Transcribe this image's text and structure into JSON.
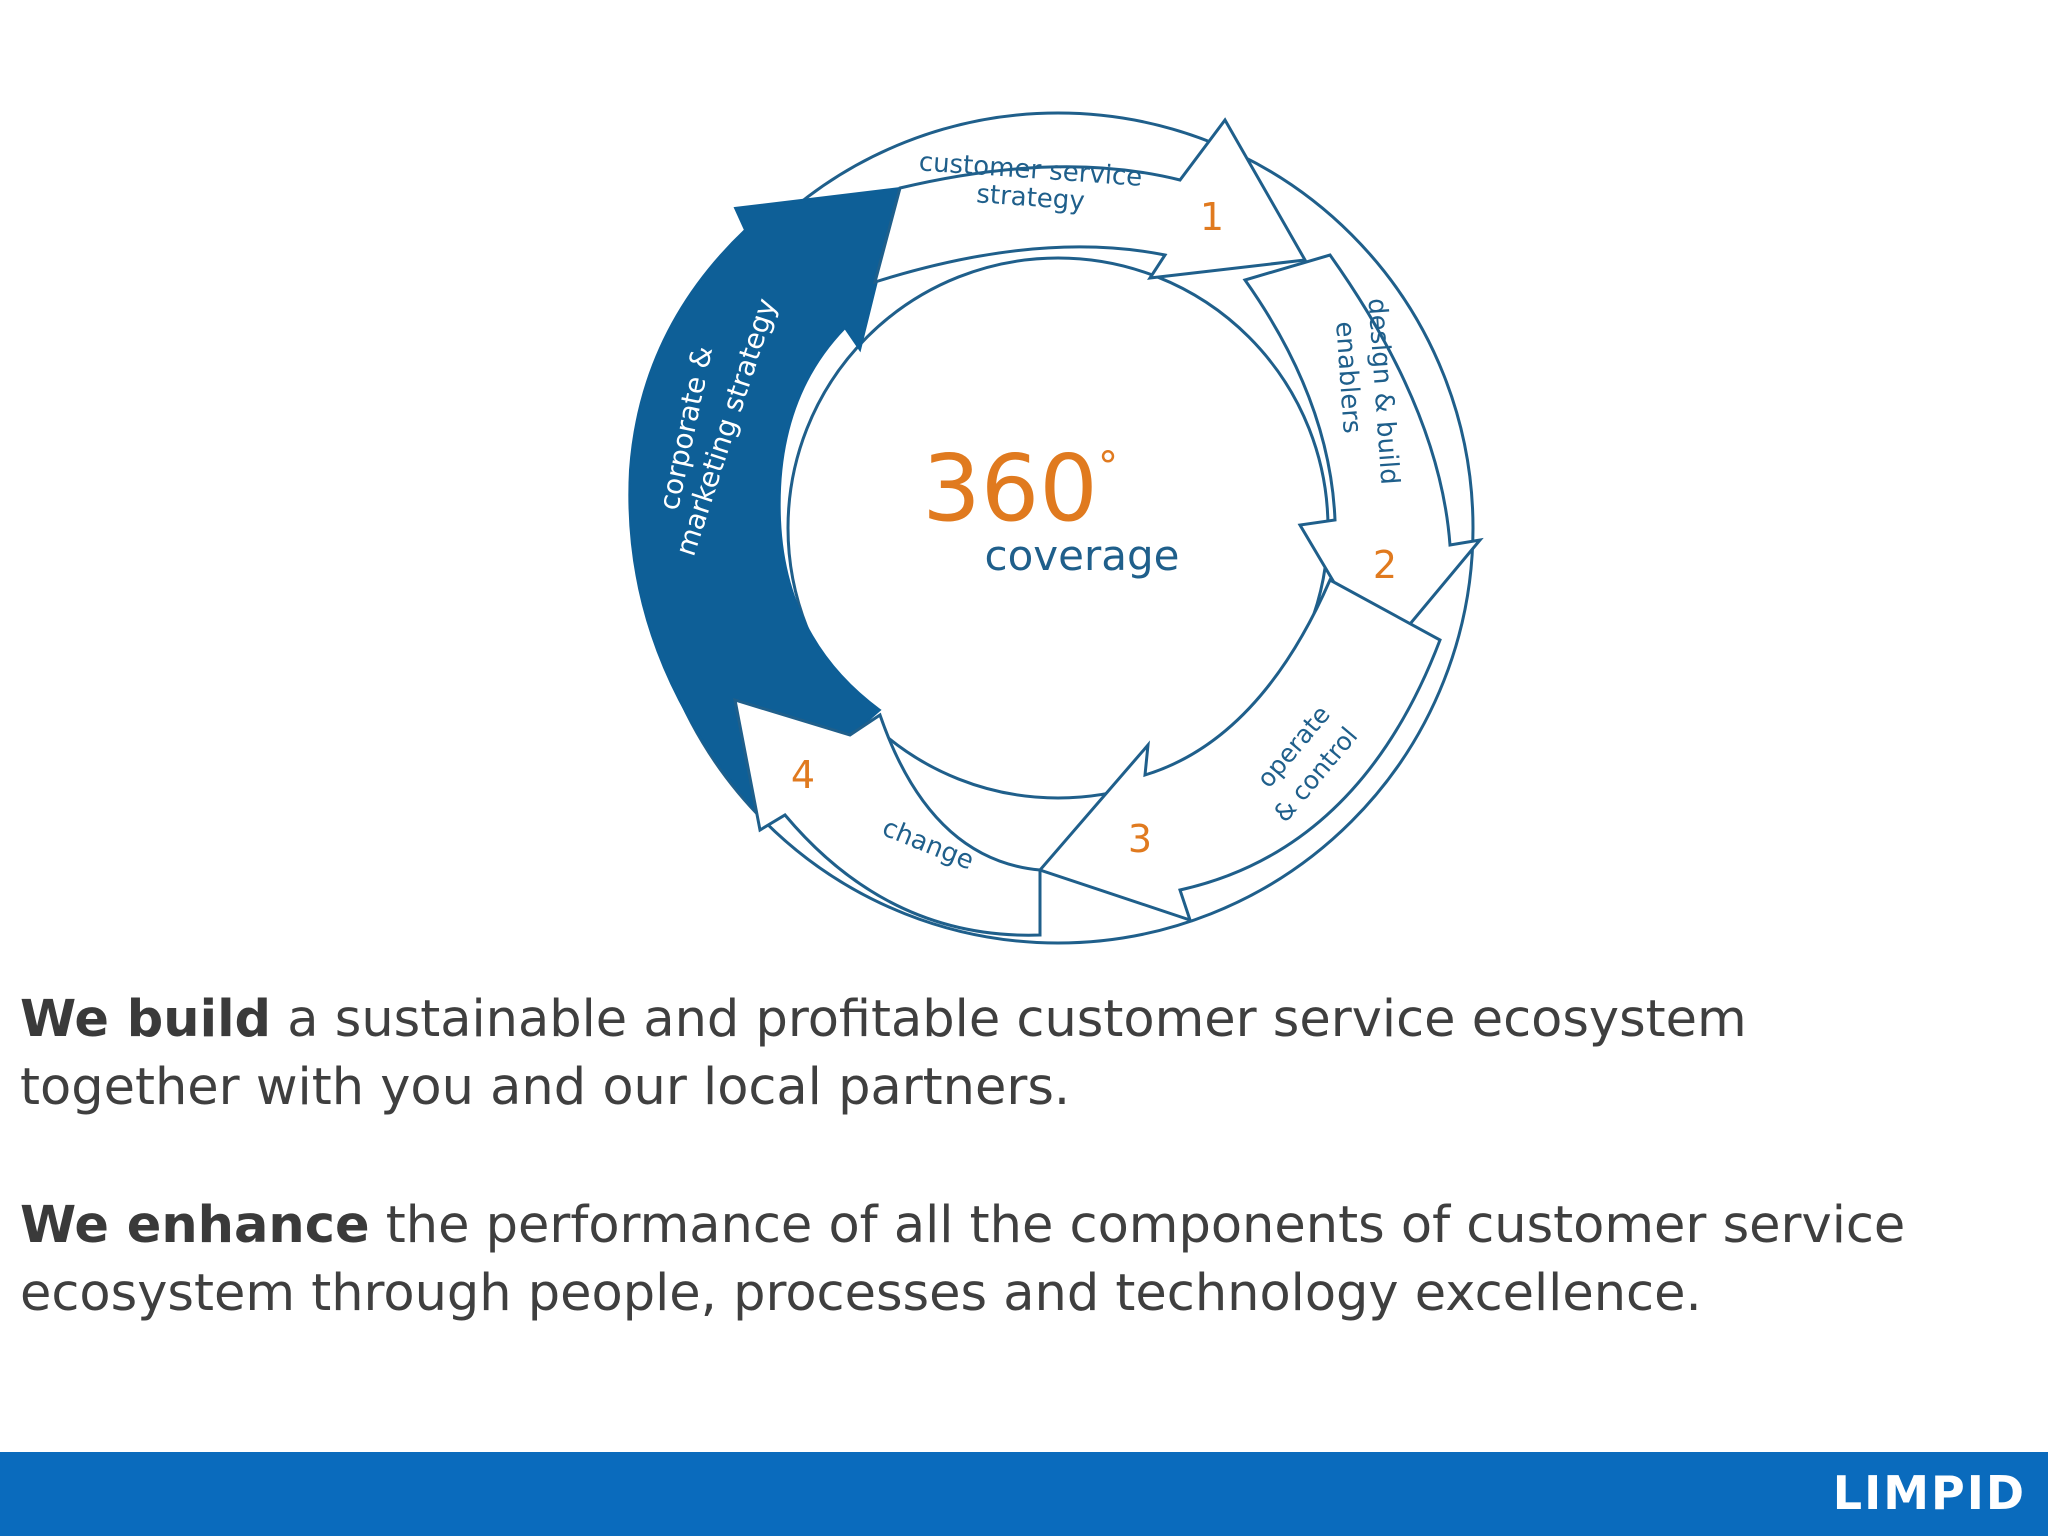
{
  "diagram": {
    "center": {
      "number": "360",
      "degree": "°",
      "label": "coverage"
    },
    "stages": [
      {
        "number": "1",
        "label_lines": [
          "customer service",
          "strategy"
        ]
      },
      {
        "number": "2",
        "label_lines": [
          "design & build",
          "enablers"
        ]
      },
      {
        "number": "3",
        "label_lines": [
          "operate",
          "& control"
        ]
      },
      {
        "number": "4",
        "label_lines": [
          "change"
        ]
      }
    ],
    "outer_label_lines": [
      "corporate &",
      "marketing strategy"
    ],
    "colors": {
      "outline": "#1f5f8b",
      "outer_fill": "#0e5f97",
      "numbers": "#e07a1f"
    }
  },
  "text": {
    "p1_bold": "We build",
    "p1_rest": " a sustainable and profitable customer service ecosystem together with you and our  local partners.",
    "p2_bold": "We enhance",
    "p2_rest": " the performance of all the components of customer service ecosystem through people, processes and technology excellence."
  },
  "footer": {
    "brand": "LIMPID",
    "color": "#0a6bbd"
  }
}
